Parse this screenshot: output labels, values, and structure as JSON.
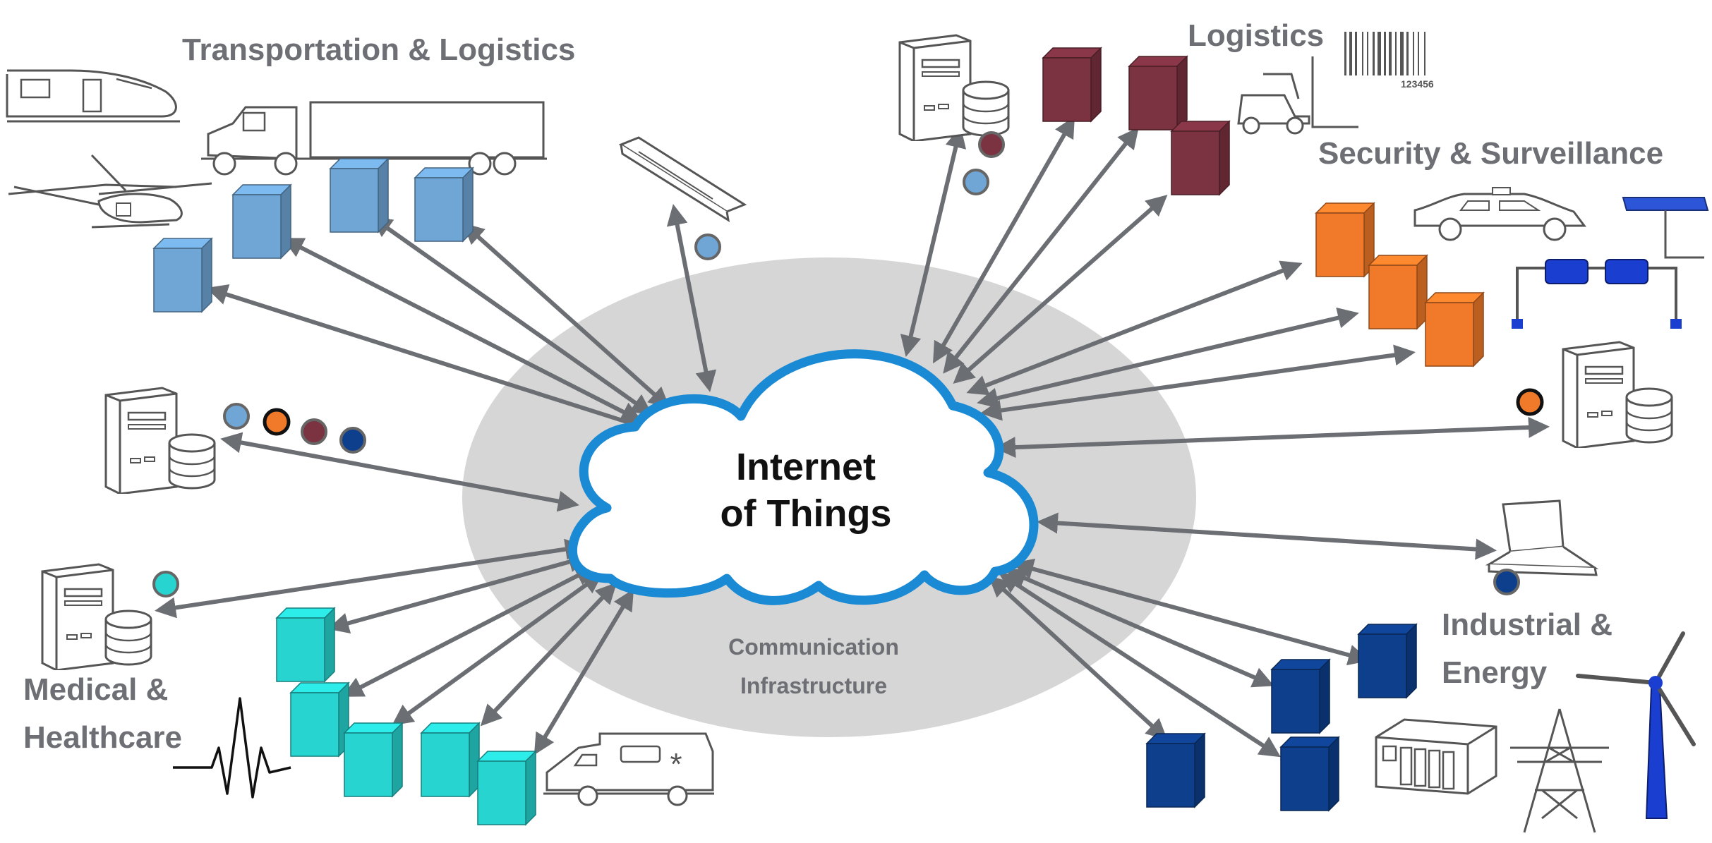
{
  "center": {
    "line1": "Internet",
    "line2": "of Things"
  },
  "infrastructure": {
    "line1": "Communication",
    "line2": "Infrastructure"
  },
  "labels": {
    "transportation": "Transportation & Logistics",
    "logistics": "Logistics",
    "security": "Security & Surveillance",
    "medical_1": "Medical &",
    "medical_2": "Healthcare",
    "industrial_1": "Industrial &",
    "industrial_2": "Energy"
  },
  "barcode_number": "123456",
  "colors": {
    "transportation": "#6fa6d6",
    "logistics": "#7b3241",
    "security": "#f07a2a",
    "medical": "#27d4d0",
    "industrial": "#0e3f8c",
    "cloud_stroke": "#1a8ad4",
    "ellipse": "#d6d6d6",
    "arrow": "#6b6e73",
    "label": "#6d6f74",
    "center_text": "#111111"
  },
  "icons": [
    "train-icon",
    "helicopter-icon",
    "truck-icon",
    "phone-icon",
    "server-icon",
    "forklift-icon",
    "barcode-icon",
    "police-car-icon",
    "camera-gantry-icon",
    "laptop-icon",
    "ambulance-icon",
    "heartbeat-icon",
    "control-panel-icon",
    "power-pylon-icon",
    "wind-turbine-icon",
    "device-box-icon",
    "sensor-dot-icon"
  ]
}
